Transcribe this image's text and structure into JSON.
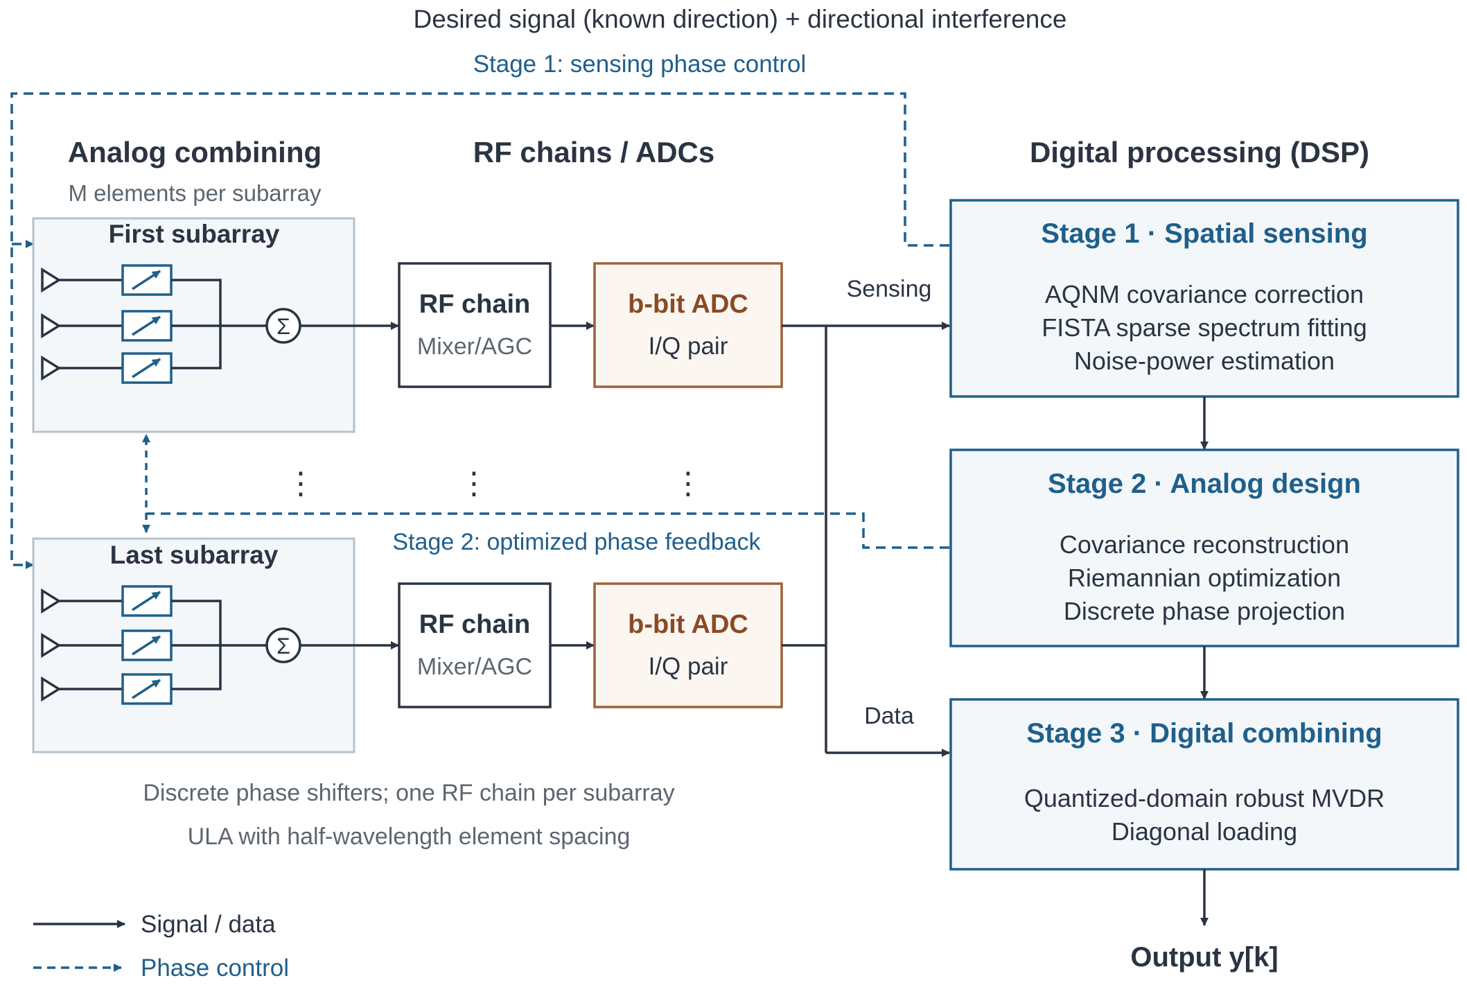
{
  "top_title": "Desired signal (known direction) + directional interference",
  "stage1_control_label": "Stage 1: sensing phase control",
  "stage2_feedback_label": "Stage 2: optimized phase feedback",
  "analog": {
    "heading": "Analog combining",
    "subheading": "M elements per subarray",
    "first_subarray": "First subarray",
    "last_subarray": "Last subarray",
    "sum_symbol": "Σ"
  },
  "rf": {
    "heading": "RF chains / ADCs",
    "chain_title": "RF chain",
    "chain_sub": "Mixer/AGC",
    "adc_title": "b-bit ADC",
    "adc_sub": "I/Q pair",
    "ellipsis": "⋮"
  },
  "dsp": {
    "heading": "Digital processing (DSP)",
    "stage1": {
      "title": "Stage 1 · Spatial sensing",
      "lines": [
        "AQNM covariance correction",
        "FISTA sparse spectrum fitting",
        "Noise-power estimation"
      ]
    },
    "stage2": {
      "title": "Stage 2 · Analog design",
      "lines": [
        "Covariance reconstruction",
        "Riemannian optimization",
        "Discrete phase projection"
      ]
    },
    "stage3": {
      "title": "Stage 3 · Digital combining",
      "lines": [
        "Quantized-domain robust MVDR",
        "Diagonal loading"
      ]
    },
    "output": "Output y[k]"
  },
  "path_labels": {
    "sensing": "Sensing",
    "data": "Data"
  },
  "notes": [
    "Discrete phase shifters; one RF chain per subarray",
    "ULA with half-wavelength element spacing"
  ],
  "legend": {
    "signal": "Signal / data",
    "phase": "Phase control"
  },
  "colors": {
    "dark": "#2a3442",
    "blue": "#1f5f8b",
    "panel_fill": "#f3f7fa",
    "adc_border": "#a0603a",
    "adc_fill": "#fcf6f1"
  }
}
